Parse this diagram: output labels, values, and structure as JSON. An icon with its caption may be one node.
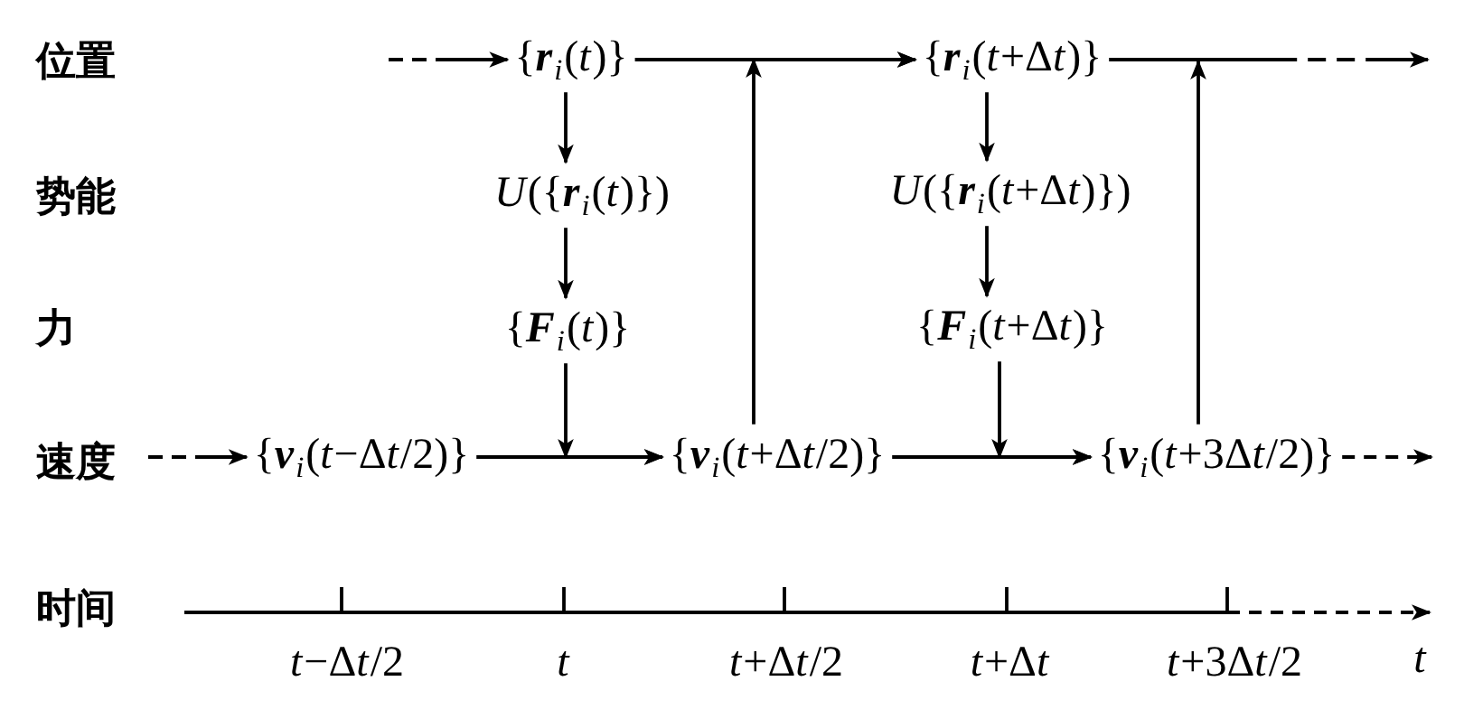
{
  "diagram": {
    "nodes": [
      {
        "text": [
          "{**r**$_{i}$(t)}"
        ]
      },
      {
        "text": [
          "{**r**$_{i}$(t+Δt)}"
        ]
      },
      {
        "text": [
          "U({**r**$_{i}$(t)})"
        ]
      },
      {
        "text": [
          "U({**r**$_{i}$(t+Δt)})"
        ]
      },
      {
        "text": [
          "{**F**$_{i}$(t)}"
        ]
      },
      {
        "text": [
          "{**F**$_{i}$(t+Δt)}"
        ]
      },
      {
        "text": [
          "{**v**$_{i}$(t−Δt/2)}"
        ]
      },
      {
        "text": [
          "{**v**$_{i}$(t+Δt/2)}"
        ]
      },
      {
        "text": [
          "{**v**$_{i}$(t+3Δt/2)}"
        ]
      }
    ],
    "edges": [
      {
        "from": null,
        "to": 0,
        "arrow": "to",
        "style": "dashed"
      },
      {
        "from": 0,
        "to": 1,
        "arrow": "to"
      },
      {
        "from": 7,
        "to": 1,
        "arrow": "to"
      },
      {
        "from": 1,
        "to": null,
        "arrow": "to",
        "style": "dashed"
      },
      {
        "from": 8,
        "to": null,
        "arrow": "to"
      },
      {
        "from": 0,
        "to": 2,
        "arrow": "to"
      },
      {
        "from": 2,
        "to": 4,
        "arrow": "to"
      },
      {
        "from": 1,
        "to": 3,
        "arrow": "to"
      },
      {
        "from": 3,
        "to": 5,
        "arrow": "to"
      },
      {
        "from": null,
        "to": 6,
        "arrow": "to",
        "style": "dashed"
      },
      {
        "from": 6,
        "to": 7,
        "arrow": "to"
      },
      {
        "from": 4,
        "to": 7,
        "arrow": "to"
      },
      {
        "from": 7,
        "to": 8,
        "arrow": "to"
      },
      {
        "from": 5,
        "to": 8,
        "arrow": "to"
      },
      {
        "from": 8,
        "to": null,
        "arrow": "to",
        "style": "dashed"
      }
    ],
    "labels": [
      "位置",
      "势能",
      "力",
      "速度",
      "时间",
      "t−Δt/2",
      "t",
      "t+Δt/2",
      "t+Δt",
      "t+3Δt/2",
      "t"
    ]
  }
}
